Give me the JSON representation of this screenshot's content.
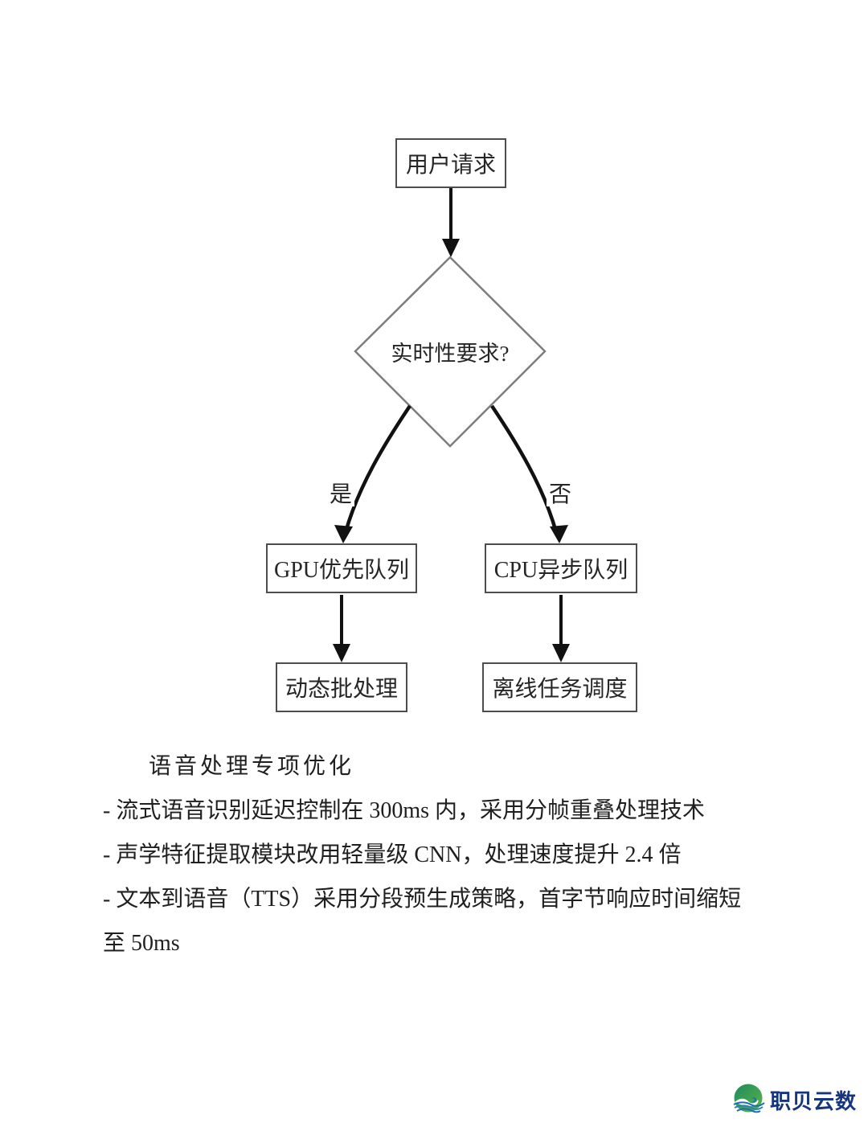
{
  "flowchart": {
    "nodes": {
      "start": {
        "label": "用户请求"
      },
      "decision": {
        "label": "实时性要求?"
      },
      "gpu": {
        "label": "GPU优先队列"
      },
      "cpu": {
        "label": "CPU异步队列"
      },
      "batch": {
        "label": "动态批处理"
      },
      "offline": {
        "label": "离线任务调度"
      }
    },
    "edge_labels": {
      "yes": "是",
      "no": "否"
    },
    "colors": {
      "box_border": "#4d4d4d",
      "diamond_border": "#7d7d7d",
      "arrow": "#111111",
      "text": "#262626"
    }
  },
  "notes": {
    "heading": "语音处理专项优化",
    "lines": [
      "- 流式语音识别延迟控制在 300ms 内，采用分帧重叠处理技术",
      "- 声学特征提取模块改用轻量级 CNN，处理速度提升 2.4 倍",
      "- 文本到语音（TTS）采用分段预生成策略，首字节响应时间缩短",
      "至 50ms"
    ]
  },
  "footer": {
    "brand": "职贝云数",
    "brand_color": "#16357f",
    "logo_green_dark": "#1d8a5e",
    "logo_green_light": "#5cb648",
    "logo_wave_blue": "#1f6cb0"
  }
}
